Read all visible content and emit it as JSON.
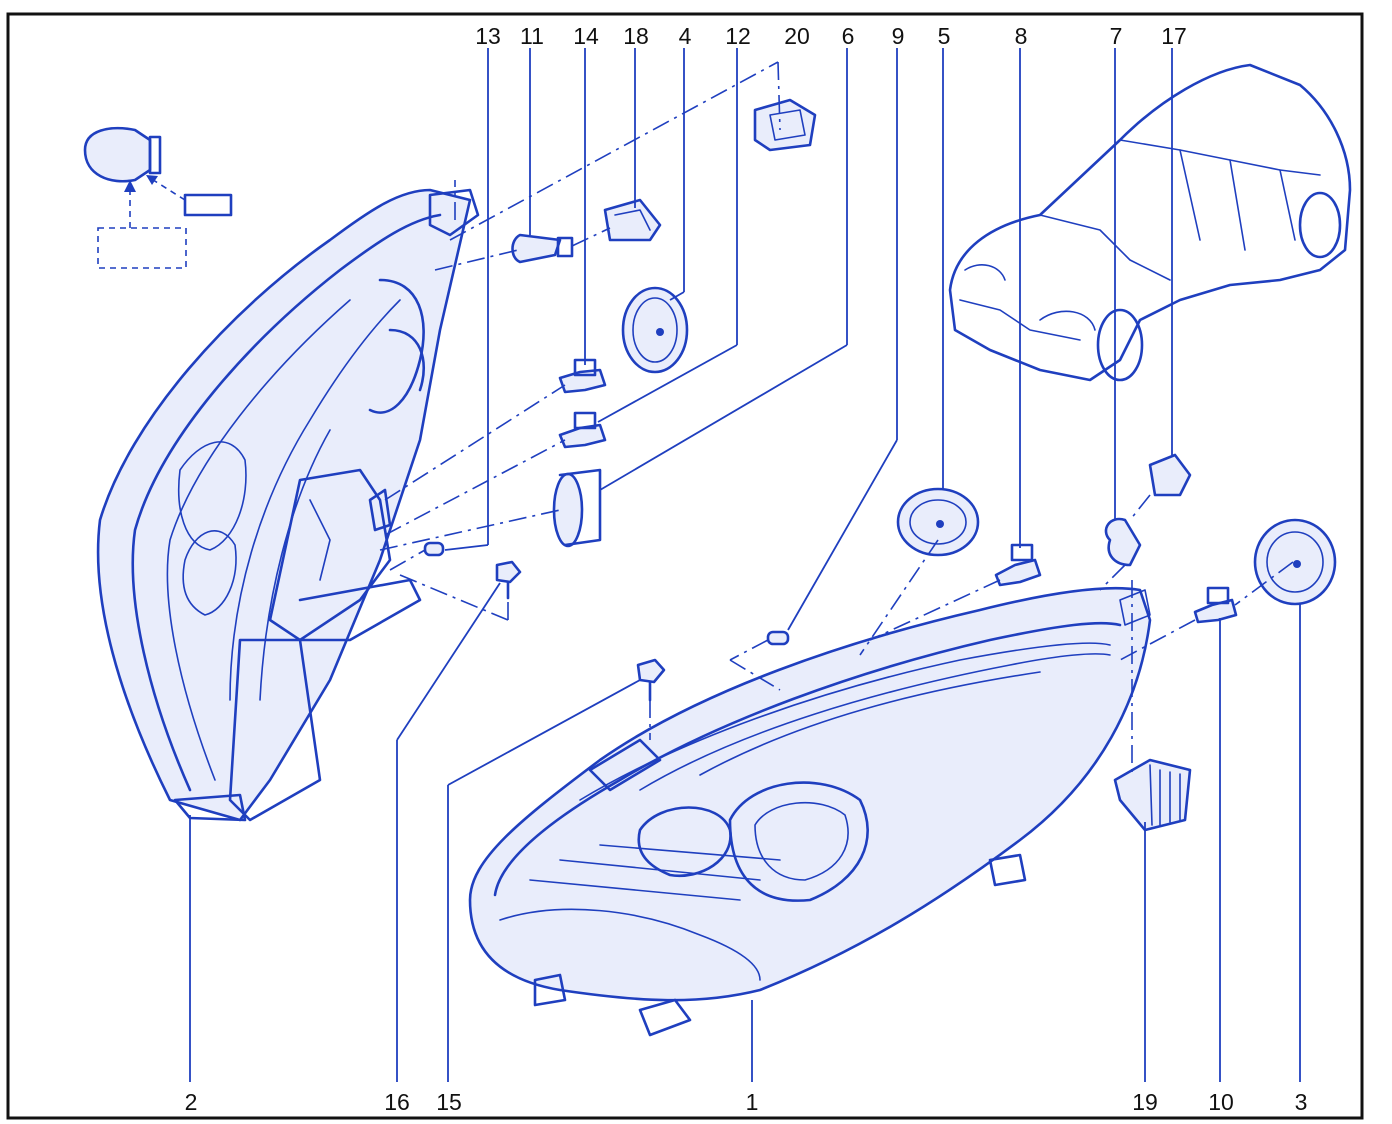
{
  "diagram": {
    "callouts": [
      "13",
      "11",
      "14",
      "18",
      "4",
      "12",
      "20",
      "6",
      "9",
      "5",
      "8",
      "7",
      "17",
      "2",
      "16",
      "15",
      "1",
      "19",
      "10",
      "3"
    ]
  },
  "colors": {
    "line": "#1f3fbf",
    "text": "#111111",
    "border": "#111111",
    "background": "#ffffff"
  }
}
